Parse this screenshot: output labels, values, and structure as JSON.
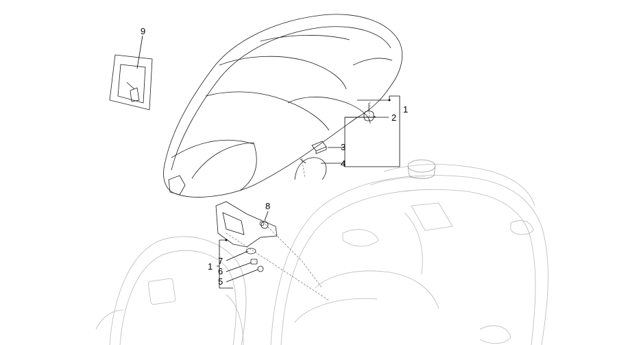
{
  "callouts": {
    "c1a": "1",
    "c2": "2",
    "c3": "3",
    "c4": "4",
    "c1b": "1",
    "c5": "5",
    "c6": "6",
    "c7": "7",
    "c8": "8",
    "c9": "9"
  },
  "colors": {
    "line": "#1a1a1a",
    "ghost": "#b8b8b8"
  }
}
